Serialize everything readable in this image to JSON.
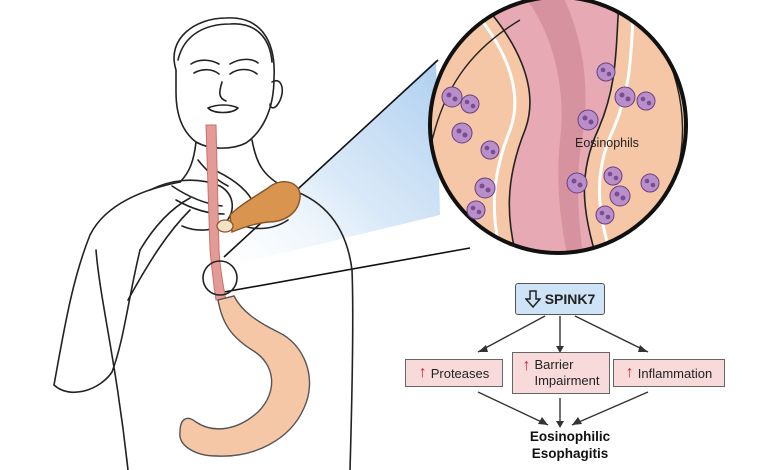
{
  "zoom_label": "Eosinophils",
  "regulator": {
    "label": "SPINK7",
    "direction_icon": "down-arrow-icon"
  },
  "effects": [
    {
      "label": "Proteases",
      "direction_icon": "up-arrow-icon"
    },
    {
      "label_line1": "Barrier",
      "label_line2": "Impairment",
      "direction_icon": "up-arrow-icon"
    },
    {
      "label": "Inflammation",
      "direction_icon": "up-arrow-icon"
    }
  ],
  "outcome": {
    "line1": "Eosinophilic",
    "line2": "Esophagitis"
  },
  "colors": {
    "up_arrow": "#d62424",
    "spink_box": "#cfe3f6",
    "effect_box": "#f8dada",
    "tissue": "#f5c7a6",
    "lumen": "#e7a9b4",
    "eosinophil": "#b88fc9",
    "food": "#d99450"
  }
}
